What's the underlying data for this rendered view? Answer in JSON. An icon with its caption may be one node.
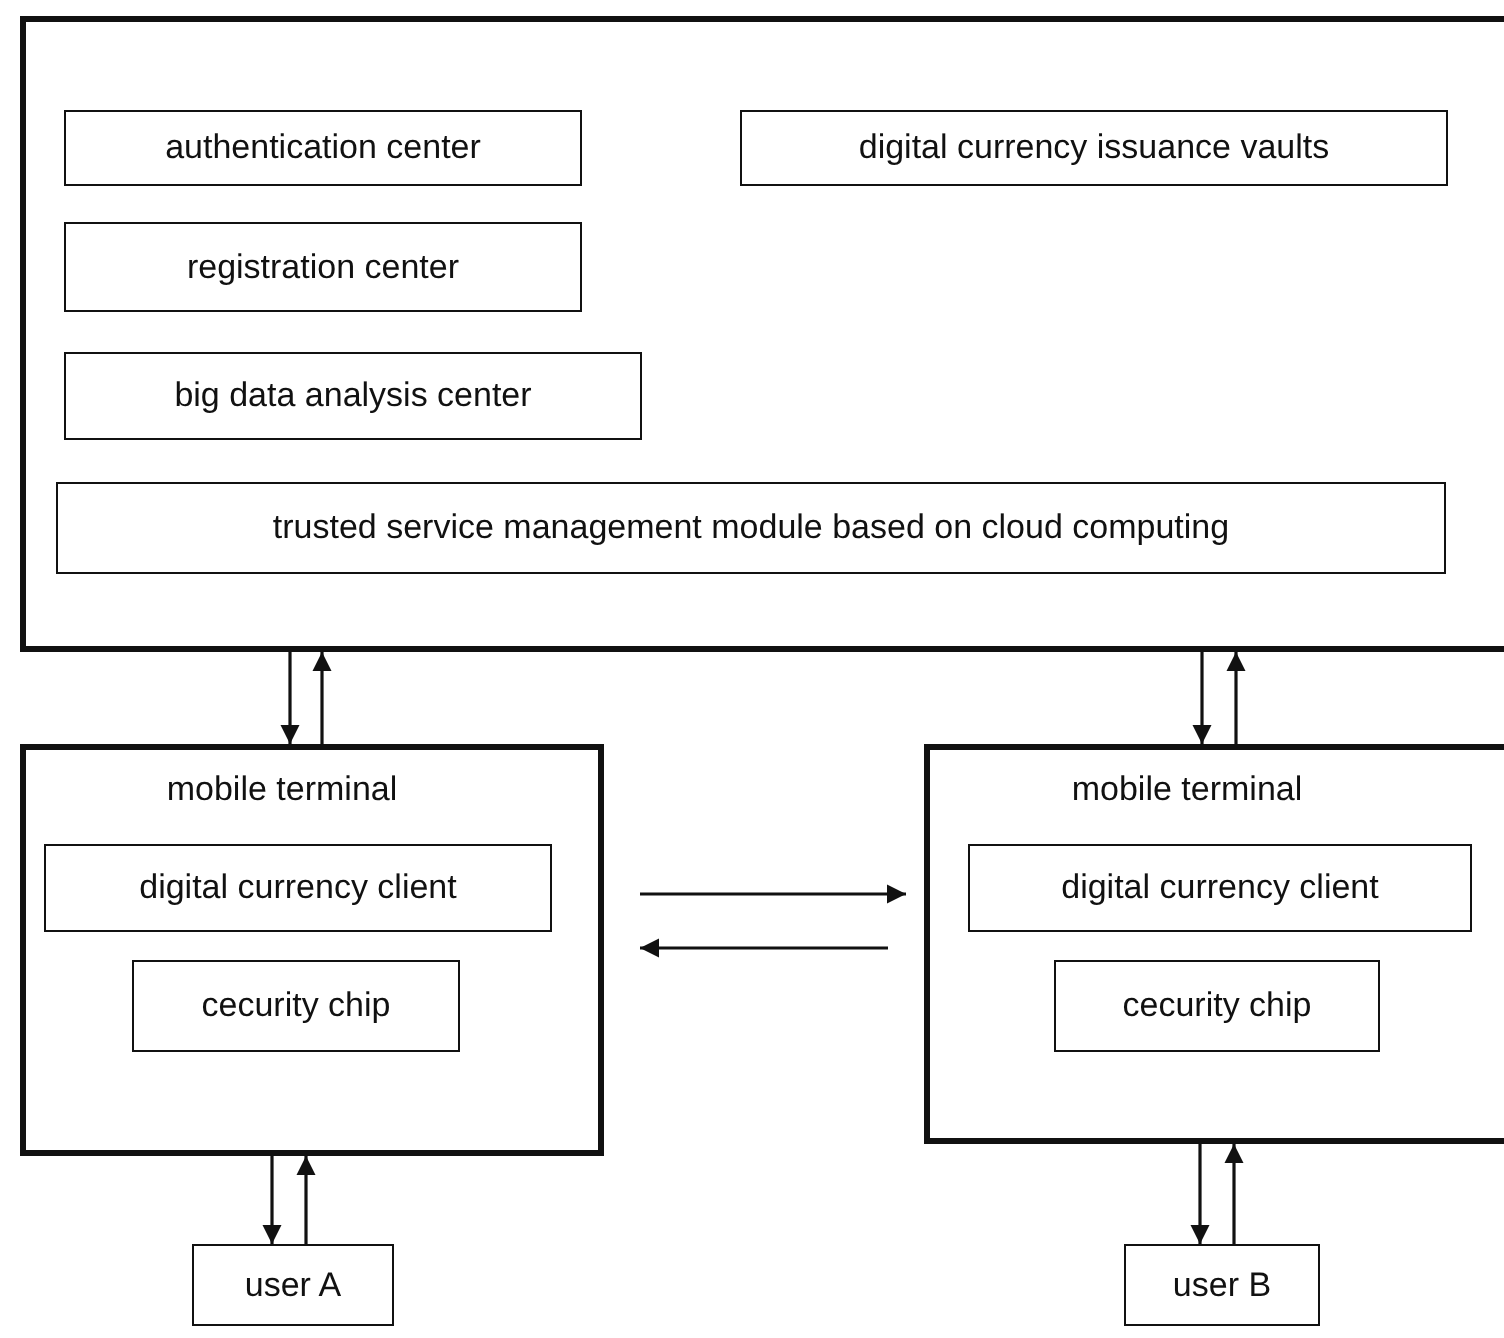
{
  "diagram": {
    "nodes": [
      {
        "text": [],
        "shape": "box"
      },
      {
        "text": [
          "authentication center"
        ],
        "in": 0
      },
      {
        "text": [
          "digital currency issuance vaults"
        ],
        "in": 0
      },
      {
        "text": [
          "registration center"
        ],
        "in": 0
      },
      {
        "text": [
          "big data analysis center"
        ],
        "in": 0
      },
      {
        "text": [
          "trusted service management module based on cloud computing"
        ],
        "in": 0
      },
      {
        "text": [
          "mobile terminal"
        ]
      },
      {
        "text": [
          "digital currency client"
        ],
        "in": 6
      },
      {
        "text": [
          "cecurity chip"
        ],
        "in": 6
      },
      {
        "text": [
          "mobile terminal"
        ]
      },
      {
        "text": [
          "digital currency client"
        ],
        "in": 9
      },
      {
        "text": [
          "cecurity chip"
        ],
        "in": 9
      },
      {
        "text": [
          "user  A"
        ]
      },
      {
        "text": [
          "user  B"
        ]
      }
    ],
    "edges": [
      {
        "from": 0,
        "to": 6,
        "arrow": "to"
      },
      {
        "from": 6,
        "to": 0,
        "arrow": "to"
      },
      {
        "from": 0,
        "to": 9,
        "arrow": "to"
      },
      {
        "from": 9,
        "to": 0,
        "arrow": "to"
      },
      {
        "from": 6,
        "to": 9,
        "arrow": "to"
      },
      {
        "from": 9,
        "to": 6,
        "arrow": "to"
      },
      {
        "from": 6,
        "to": 12,
        "arrow": "to"
      },
      {
        "from": 12,
        "to": 6,
        "arrow": "to"
      },
      {
        "from": 9,
        "to": 13,
        "arrow": "to"
      },
      {
        "from": 13,
        "to": 9,
        "arrow": "to"
      }
    ]
  }
}
